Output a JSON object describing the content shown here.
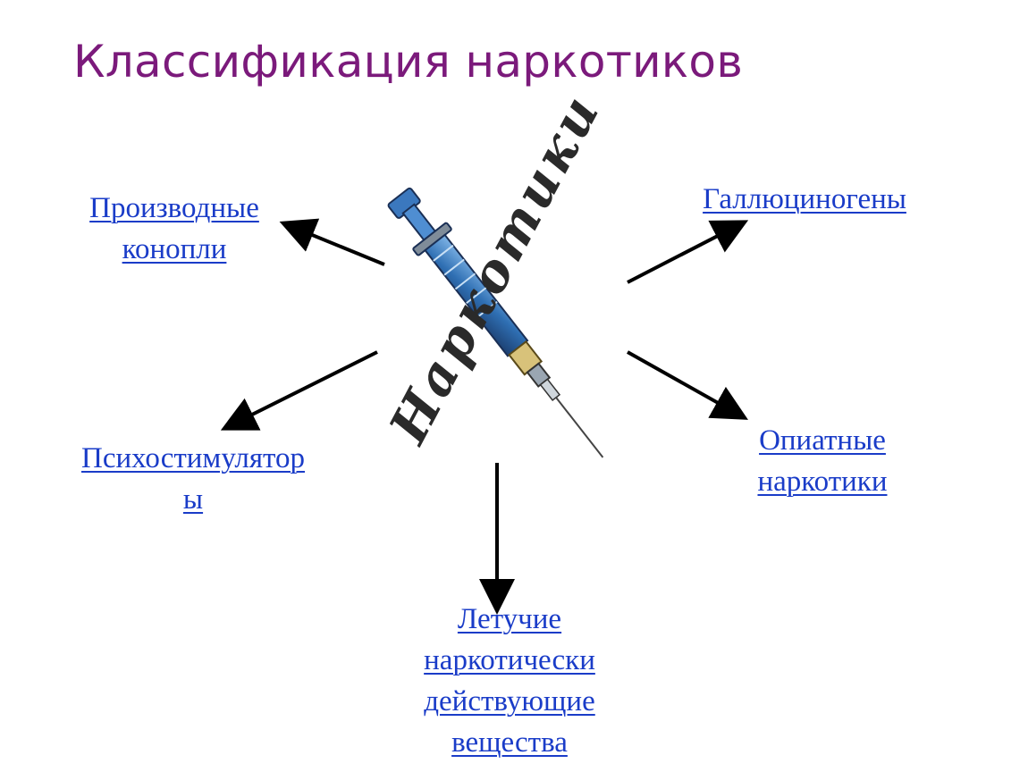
{
  "title": "Классификация наркотиков",
  "center": {
    "image_icon": "syringe-icon",
    "handwritten_label": "Наркотики"
  },
  "nodes": {
    "cannabis": [
      "Производные",
      "конопли"
    ],
    "hallucinogens": [
      "Галлюциногены"
    ],
    "stimulants": [
      "Психостимулятор",
      "ы"
    ],
    "opiates": [
      "Опиатные",
      "наркотики"
    ],
    "volatile": [
      "Летучие",
      "наркотически",
      "действующие",
      "вещества"
    ]
  },
  "colors": {
    "title": "#7b1a7b",
    "link": "#1a3cc8",
    "arrow": "#000000"
  }
}
